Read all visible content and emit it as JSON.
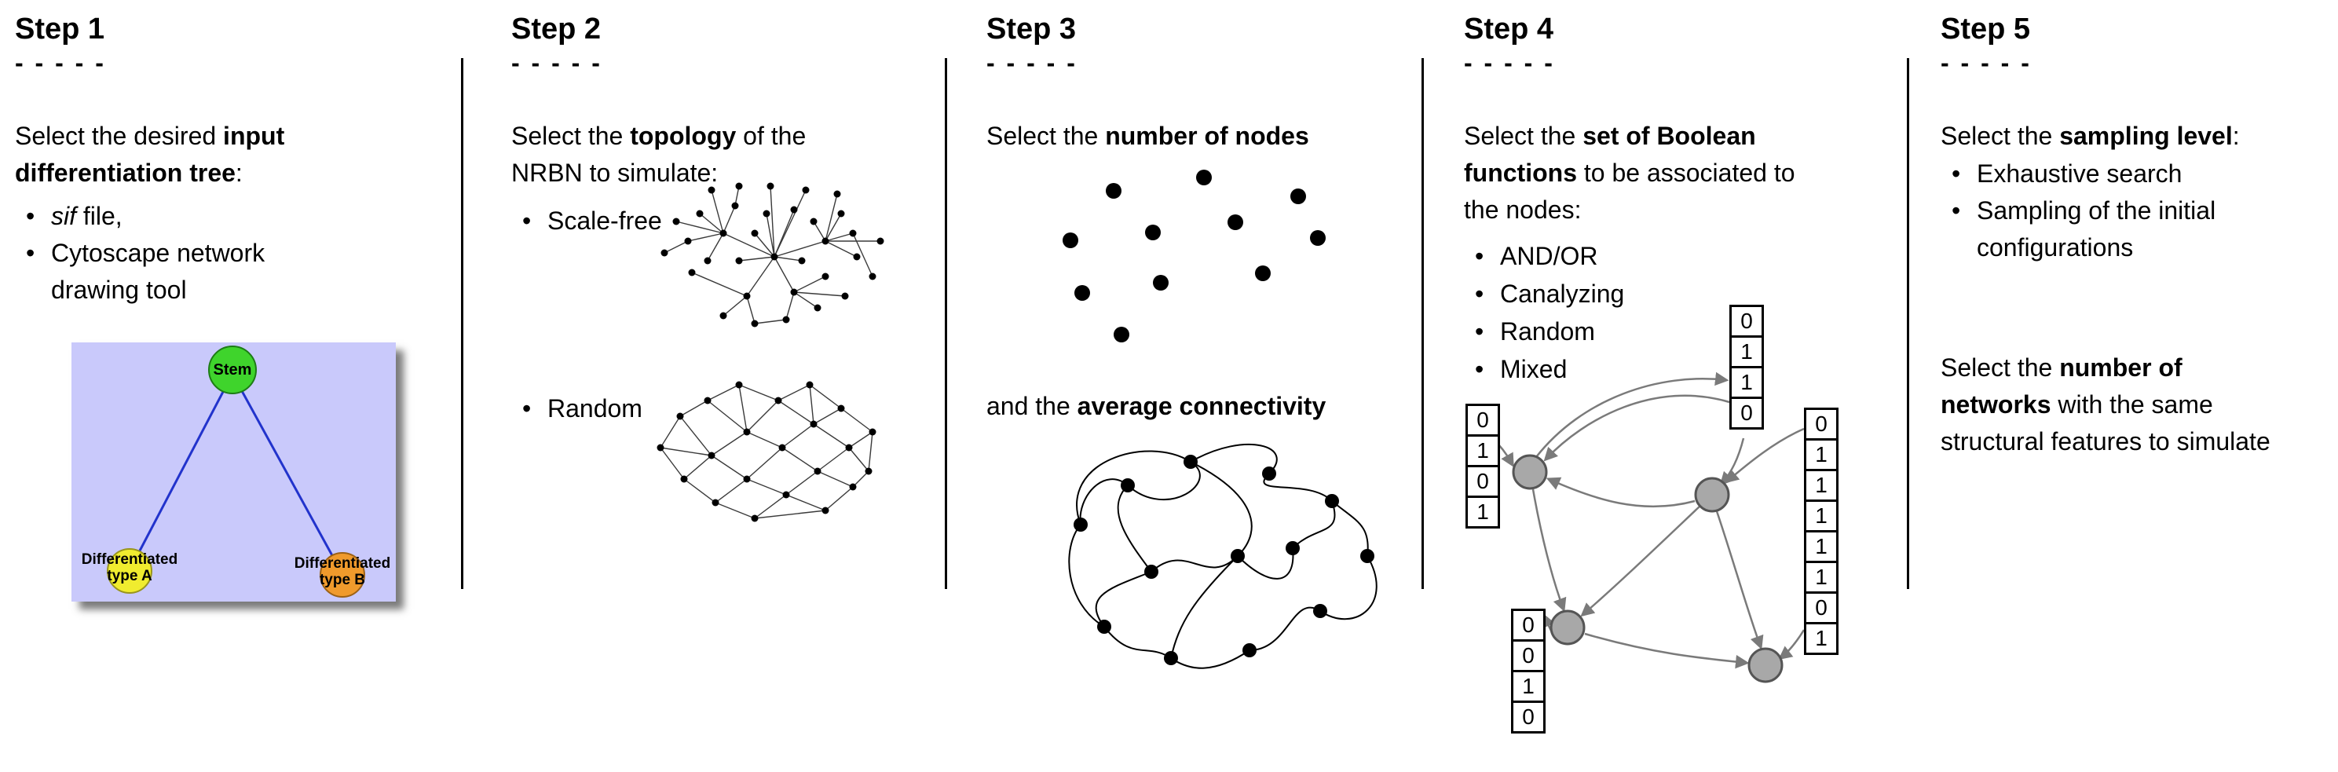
{
  "bullet_char": "•",
  "palette": {
    "tree_background": "#c9c9fb",
    "stem_green": "#3fd42c",
    "type_a_yellow": "#f0ec2f",
    "type_b_orange": "#f09a2c",
    "tree_edge_blue": "#2233cc",
    "node_gray": "#a8a8a8",
    "arrow_gray": "#7a7a7a"
  },
  "steps": [
    {
      "title": "Step 1",
      "dashes": "- - - - -",
      "intro": {
        "l1": {
          "pre": "Select the desired ",
          "bold": "input"
        },
        "l2": {
          "bold": "differentiation tree",
          "post": ":"
        }
      },
      "bullets": [
        {
          "italic": "sif",
          "rest": " file,"
        },
        {
          "l1": "Cytoscape network",
          "l2": "drawing tool"
        }
      ],
      "tree": {
        "root": "Stem",
        "leaf_a": "Differentiated type A",
        "leaf_b": "Differentiated type B"
      }
    },
    {
      "title": "Step 2",
      "dashes": "- - - - -",
      "intro": {
        "l1": {
          "pre": "Select the ",
          "bold": "topology",
          "post": " of the"
        },
        "l2": {
          "pre": "NRBN to simulate:"
        }
      },
      "bullets": [
        {
          "label": "Scale-free"
        },
        {
          "label": "Random"
        }
      ]
    },
    {
      "title": "Step 3",
      "dashes": "- - - - -",
      "line1": {
        "pre": "Select the ",
        "bold": "number of nodes"
      },
      "line2": {
        "pre": "and the ",
        "bold": "average connectivity"
      }
    },
    {
      "title": "Step 4",
      "dashes": "- - - - -",
      "intro": {
        "l1": {
          "pre": "Select the ",
          "bold": "set of Boolean"
        },
        "l2": {
          "bold": "functions",
          "post": " to be associated to"
        },
        "l3": {
          "pre": "the nodes:"
        }
      },
      "bullets": [
        {
          "label": "AND/OR"
        },
        {
          "label": "Canalyzing"
        },
        {
          "label": "Random"
        },
        {
          "label": "Mixed"
        }
      ],
      "truth_tables": {
        "left": [
          "0",
          "1",
          "0",
          "1"
        ],
        "top": [
          "0",
          "1",
          "1",
          "0"
        ],
        "right": [
          "0",
          "1",
          "1",
          "1",
          "1",
          "1",
          "0",
          "1"
        ],
        "bottom": [
          "0",
          "0",
          "1",
          "0"
        ]
      }
    },
    {
      "title": "Step 5",
      "dashes": "- - - - -",
      "intro": {
        "l1": {
          "pre": "Select the ",
          "bold": "sampling level",
          "post": ":"
        }
      },
      "bullets": [
        {
          "l1": "Exhaustive search"
        },
        {
          "l1": "Sampling of the initial",
          "l2": "configurations"
        }
      ],
      "second": {
        "l1": {
          "pre": "Select the ",
          "bold": "number of"
        },
        "l2": {
          "bold": "networks",
          "post": " with the same"
        },
        "l3": {
          "pre": "structural features to simulate"
        }
      }
    }
  ]
}
